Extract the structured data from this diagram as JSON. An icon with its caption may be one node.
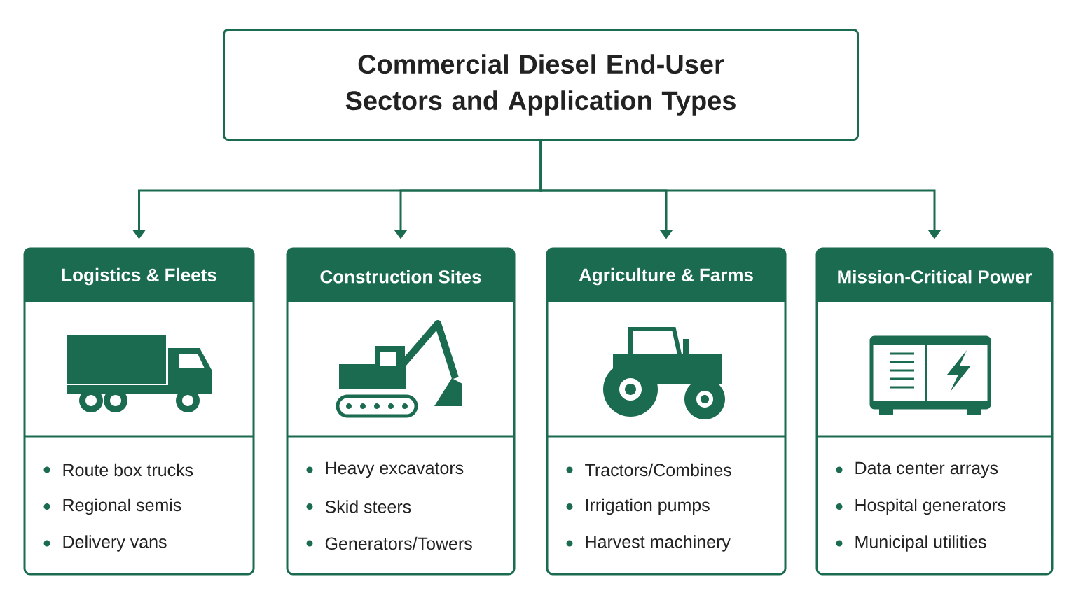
{
  "diagram": {
    "nodes": [
      {
        "text": [
          "Commercial Diesel End-User Sectors and Application Types"
        ]
      },
      {
        "text": [
          "Logistics & Fleets",
          "Route box trucks",
          "Regional semis",
          "Delivery vans"
        ]
      },
      {
        "text": [
          "Construction Sites",
          "Heavy excavators",
          "Skid steers",
          "Generators/Towers"
        ]
      },
      {
        "text": [
          "Agriculture & Farms",
          "Tractors/Combines",
          "Irrigation pumps",
          "Harvest machinery"
        ]
      },
      {
        "text": [
          "Mission-Critical Power",
          "Data center arrays",
          "Hospital generators",
          "Municipal utilities"
        ]
      }
    ],
    "edges": [
      {
        "from": 0,
        "to": 1,
        "arrow": "to"
      },
      {
        "from": 0,
        "to": 2,
        "arrow": "to"
      },
      {
        "from": 0,
        "to": 3,
        "arrow": "to"
      },
      {
        "from": 0,
        "to": 4,
        "arrow": "to"
      }
    ]
  }
}
